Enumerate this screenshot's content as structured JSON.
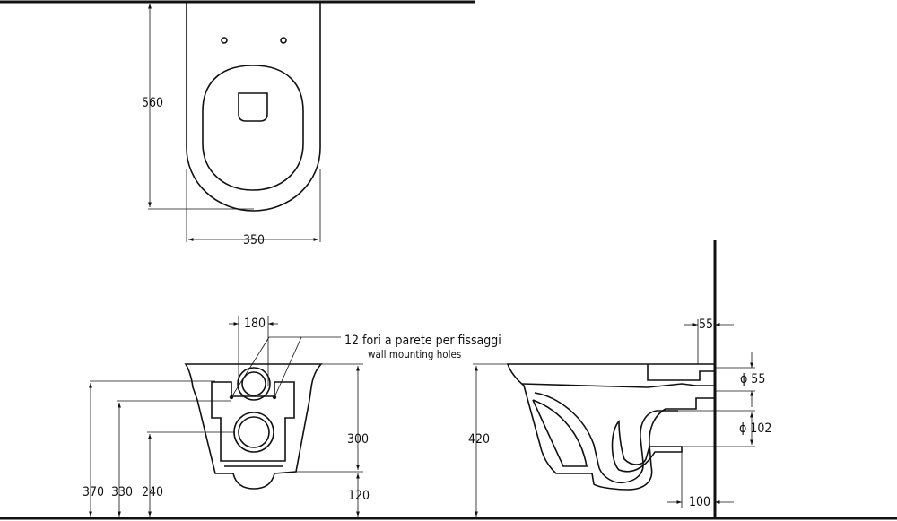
{
  "dimensions": {
    "top_length": "560",
    "top_width": "350",
    "front_inlet_spacing": "180",
    "front_height_300": "300",
    "front_height_120": "120",
    "front_height_370": "370",
    "front_height_330": "330",
    "front_height_240": "240",
    "side_height_420": "420",
    "side_offset_55": "55",
    "side_inlet_diameter": "ϕ 55",
    "side_outlet_diameter": "ϕ 102",
    "side_outlet_offset_100": "100"
  },
  "notes": {
    "line1": "12 fori a parete per fissaggi",
    "line2": "wall mounting holes"
  }
}
